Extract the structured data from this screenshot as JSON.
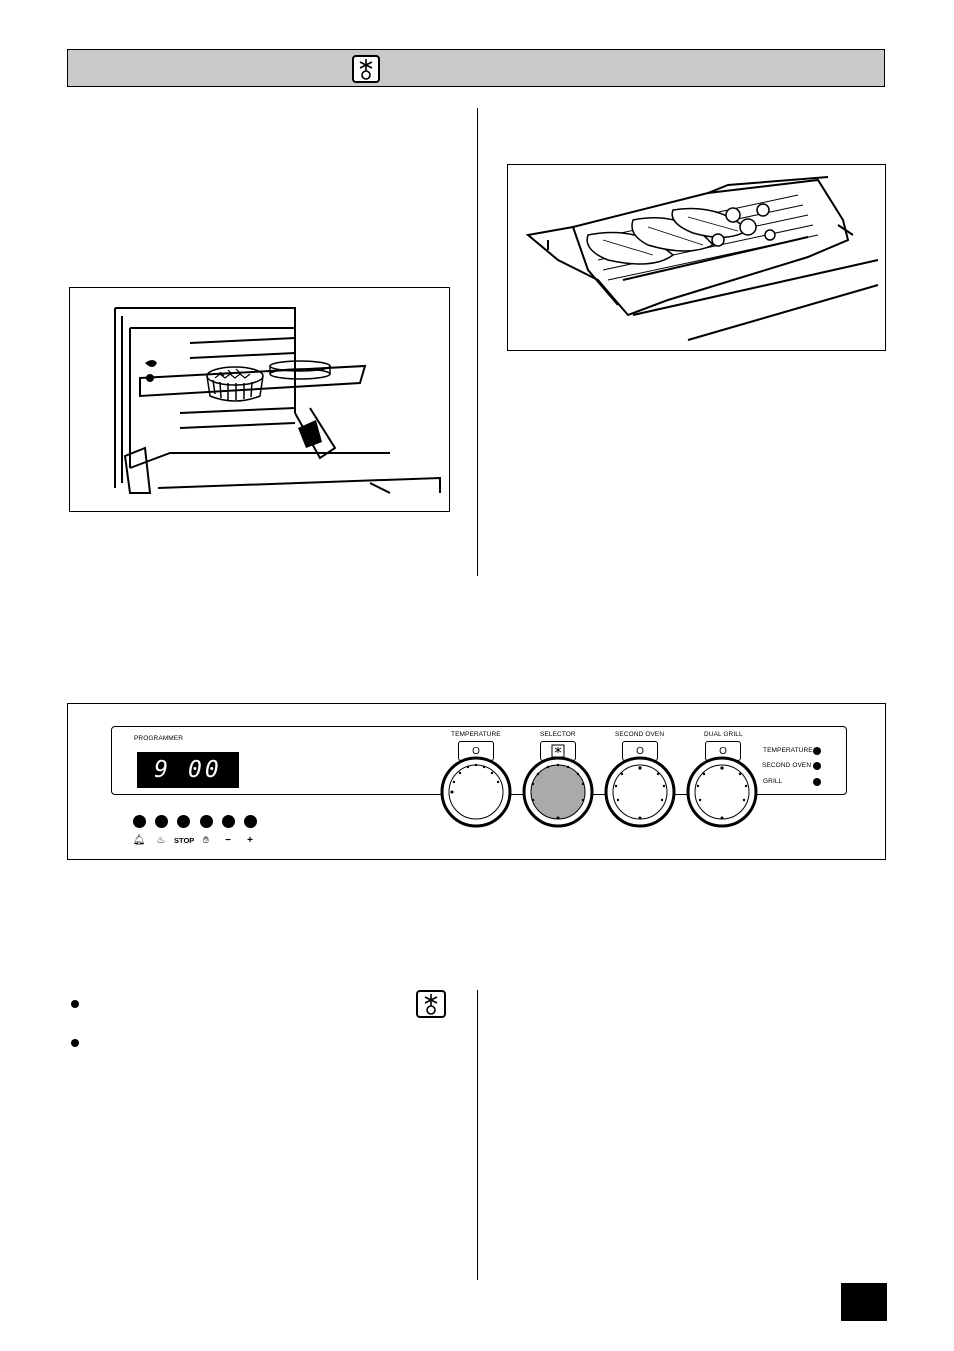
{
  "header": {
    "icon": "fan-oven-icon"
  },
  "figures": {
    "oven_shelf": {
      "icon": "oven-with-flan-dish-illustration"
    },
    "grill_pan": {
      "icon": "grill-pan-with-fish-illustration"
    }
  },
  "control_panel": {
    "programmer_label": "PROGRAMMER",
    "display_value": "9 00",
    "buttons": [
      {
        "name": "alarm-bell",
        "symbol": "🔔︎"
      },
      {
        "name": "cook-time",
        "symbol": "♨"
      },
      {
        "name": "stop-time",
        "symbol": "STOP"
      },
      {
        "name": "manual",
        "symbol": "✋︎"
      },
      {
        "name": "minus",
        "symbol": "−"
      },
      {
        "name": "plus",
        "symbol": "+"
      }
    ],
    "knobs": [
      {
        "label": "TEMPERATURE",
        "tab": "O"
      },
      {
        "label": "SELECTOR",
        "tab": ""
      },
      {
        "label": "SECOND OVEN",
        "tab": "O"
      },
      {
        "label": "DUAL GRILL",
        "tab": "O"
      }
    ],
    "indicators": [
      "TEMPERATURE",
      "SECOND OVEN",
      "GRILL"
    ]
  }
}
